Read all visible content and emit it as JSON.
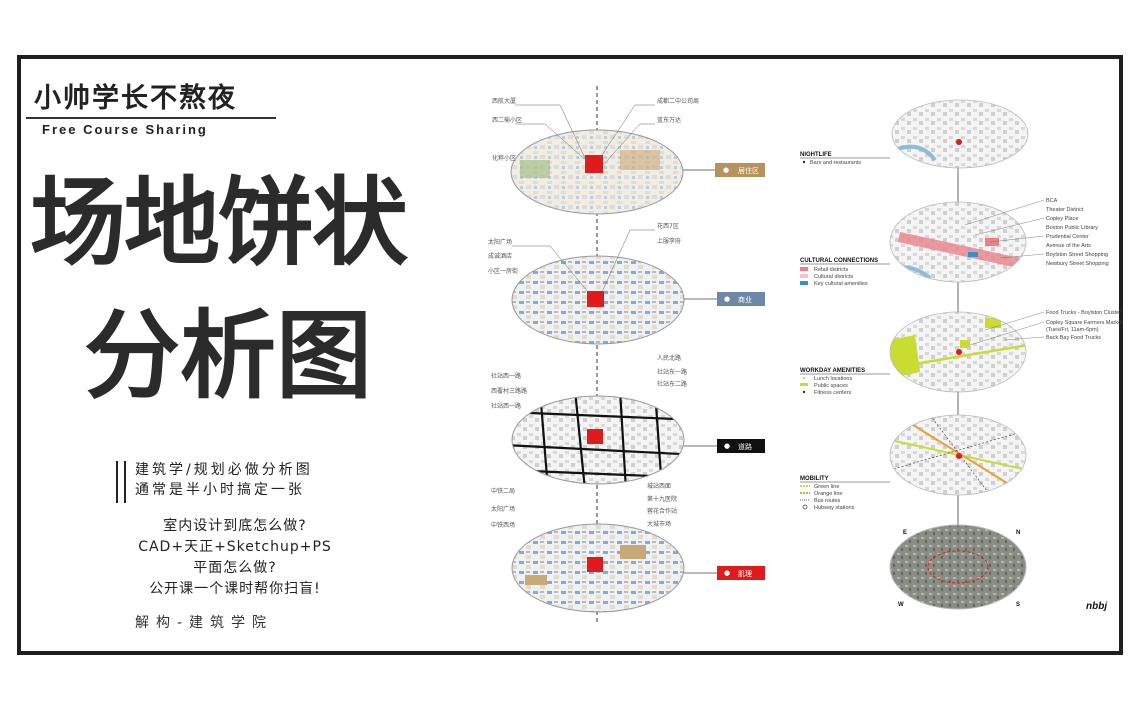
{
  "brand": {
    "name": "小帅学长不熬夜",
    "tagline": "Free Course Sharing"
  },
  "title": {
    "line1": "场地饼状",
    "line2": "分析图"
  },
  "description": {
    "line1": "建筑学/规划必做分析图",
    "line2": "通常是半小时搞定一张"
  },
  "questions": [
    "室内设计到底怎么做?",
    "CAD+天正+Sketchup+PS",
    "平面怎么做?",
    "公开课一个课时帮你扫盲!"
  ],
  "footer": "解构-建筑学院",
  "left_diagram": {
    "layers": [
      {
        "tag": "居住区",
        "color": "#b8925c",
        "labels_left": [
          "西航大厦",
          "西二榆小区",
          "化粹小区"
        ],
        "labels_right": [
          "成都二中公司周",
          "蓝东万达"
        ]
      },
      {
        "tag": "商业",
        "color": "#6d87a8",
        "labels_left": [
          "太阳广场",
          "成诚酒店",
          "小区一房街"
        ],
        "labels_right": [
          "花西7区",
          "上服李府"
        ]
      },
      {
        "tag": "道路",
        "color": "#111111",
        "labels_left": [
          "社站西一路",
          "西覆村三路路",
          "社站西一路"
        ],
        "labels_right": [
          "人民北路",
          "社站东一路",
          "社站东二路"
        ]
      },
      {
        "tag": "肌理",
        "color": "#e01b1b",
        "labels_left": [
          "中铁二局",
          "太阳广场",
          "中铁西场"
        ],
        "labels_right": [
          "城站西面",
          "第十九医院",
          "蓉花合作站",
          "大城市场"
        ]
      }
    ]
  },
  "right_diagram": {
    "sections": [
      {
        "heading": "NIGHTLIFE",
        "legend": [
          "Bars and restaurants"
        ],
        "callouts": []
      },
      {
        "heading": "CULTURAL CONNECTIONS",
        "legend": [
          "Retail districts",
          "Cultural districts",
          "Key cultural amenities"
        ],
        "callouts": [
          "BCA",
          "Theater District",
          "Copley Place",
          "Boston Public Library",
          "Prudential Center",
          "Avenue of the Arts",
          "Boylston Street Shopping",
          "Newbury Street Shopping"
        ]
      },
      {
        "heading": "WORKDAY AMENITIES",
        "legend": [
          "Lunch locations",
          "Public spaces",
          "Fitness centers"
        ],
        "callouts": [
          "Food Trucks - Boylston Cluster",
          "Copley Square Farmers Market",
          "(Tues/Fri, 11am-6pm)",
          "Back Bay Food Trucks"
        ]
      },
      {
        "heading": "MOBILITY",
        "legend": [
          "Green line",
          "Orange line",
          "Bus routes",
          "Hubway stations"
        ],
        "callouts": []
      }
    ],
    "compass": [
      "E",
      "N",
      "S",
      "W"
    ],
    "logo": "nbbj"
  },
  "colors": {
    "accent_red": "#e01b1b",
    "frame": "#1f1f1f",
    "lime": "#c8dc32"
  }
}
